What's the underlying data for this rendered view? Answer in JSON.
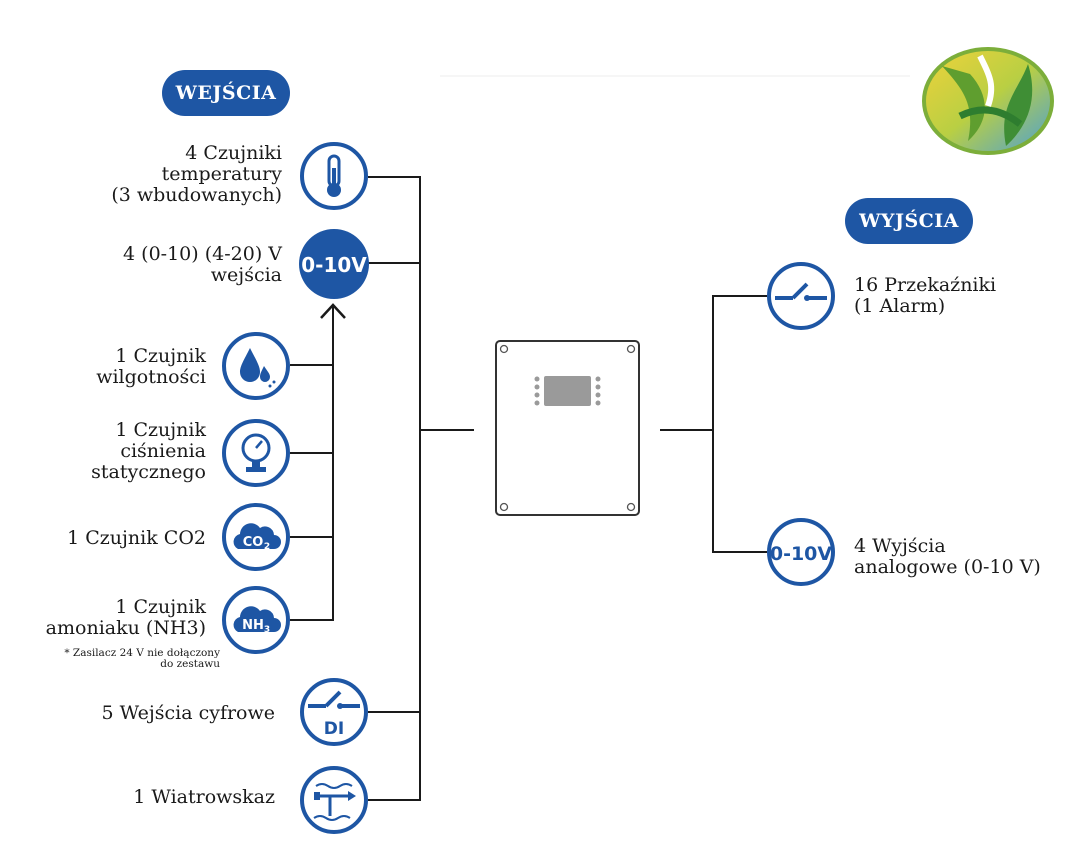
{
  "inputs": {
    "title": "WEJŚCIA",
    "items": [
      {
        "label": [
          "4 Czujniki",
          "temperatury",
          "(3 wbudowanych)"
        ],
        "icon": "thermometer-icon"
      },
      {
        "label": [
          "4 (0-10) (4-20) V",
          "wejścia"
        ],
        "icon": "0-10v-icon",
        "icon_text": "0-10V"
      },
      {
        "label": [
          "1 Czujnik",
          "wilgotności"
        ],
        "icon": "humidity-drop-icon"
      },
      {
        "label": [
          "1 Czujnik",
          "ciśnienia",
          "statycznego"
        ],
        "icon": "pressure-gauge-icon"
      },
      {
        "label": [
          "1 Czujnik CO2"
        ],
        "icon": "co2-cloud-icon",
        "icon_text": "CO",
        "icon_sub": "2"
      },
      {
        "label": [
          "1 Czujnik",
          "amoniaku (NH3)"
        ],
        "icon": "nh3-cloud-icon",
        "icon_text": "NH",
        "icon_sub": "3"
      },
      {
        "label": [
          "5 Wejścia cyfrowe"
        ],
        "icon": "digital-input-switch-icon",
        "icon_text": "DI"
      },
      {
        "label": [
          "1 Wiatrowskaz"
        ],
        "icon": "wind-vane-icon"
      }
    ],
    "note": [
      "* Zasilacz 24 V nie dołączony",
      "do zestawu"
    ]
  },
  "outputs": {
    "title": "WYJŚCIA",
    "items": [
      {
        "label": [
          "16 Przekaźniki",
          "(1 Alarm)"
        ],
        "icon": "relay-switch-icon"
      },
      {
        "label": [
          "4 Wyjścia",
          "analogowe (0-10 V)"
        ],
        "icon": "0-10v-output-icon",
        "icon_text": "0-10V"
      }
    ]
  },
  "colors": {
    "accent": "#1e56a4",
    "line": "#1a1a1a",
    "controller_border": "#333333"
  }
}
